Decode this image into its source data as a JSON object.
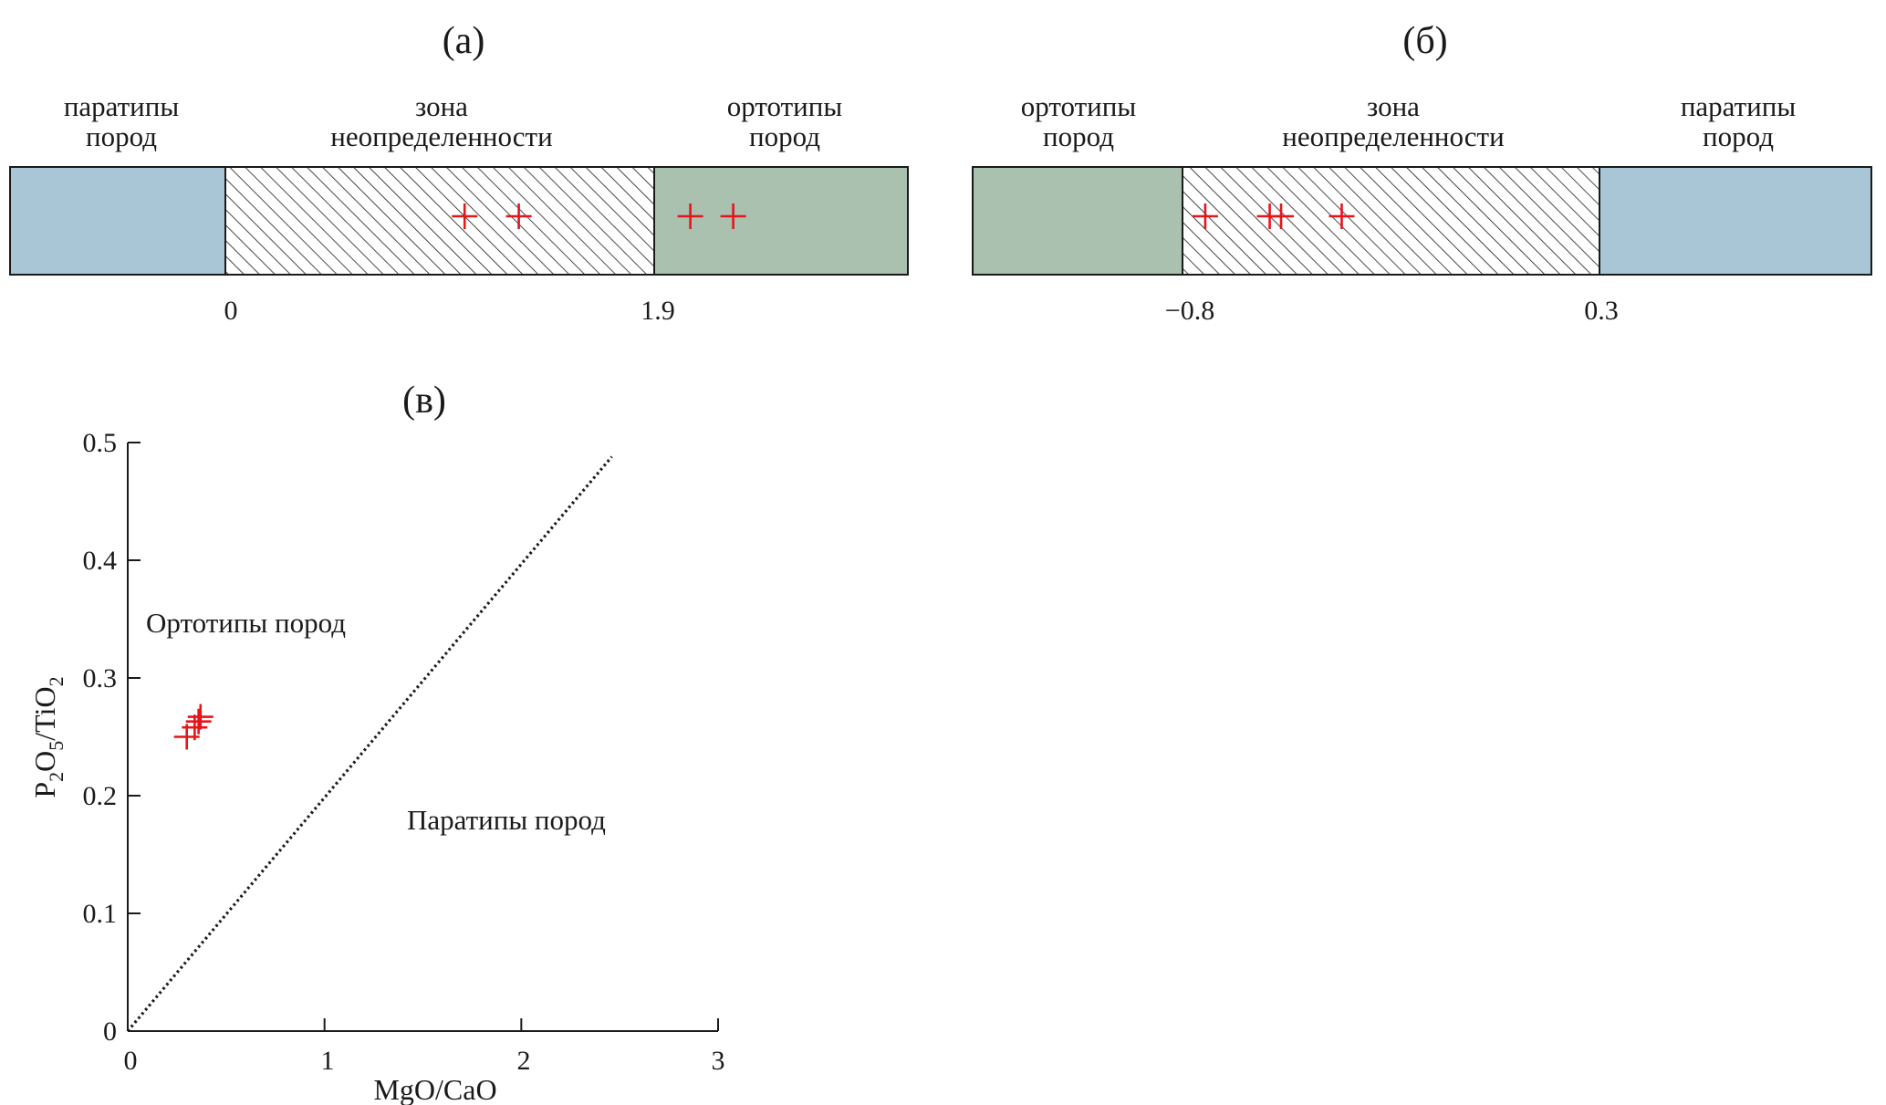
{
  "colors": {
    "paratype": "#a8c6d6",
    "orthotype": "#a9c1ae",
    "marker": "#e8141b",
    "line": "#1a1a1a"
  },
  "chart_data": [
    {
      "type": "strip",
      "panel_label": "(а)",
      "zones": [
        {
          "label_line1": "паратипы",
          "label_line2": "пород",
          "fill": "paratype"
        },
        {
          "label_line1": "зона",
          "label_line2": "неопределенности",
          "fill": "hatch"
        },
        {
          "label_line1": "ортотипы",
          "label_line2": "пород",
          "fill": "orthotype"
        }
      ],
      "boundaries": [
        0,
        1.9
      ],
      "boundary_labels": [
        "0",
        "1.9"
      ],
      "xlim": [
        -0.96,
        3.05
      ],
      "points": [
        1.06,
        1.3,
        2.06,
        2.25
      ]
    },
    {
      "type": "strip",
      "panel_label": "(б)",
      "zones": [
        {
          "label_line1": "ортотипы",
          "label_line2": "пород",
          "fill": "orthotype"
        },
        {
          "label_line1": "зона",
          "label_line2": "неопределенности",
          "fill": "hatch"
        },
        {
          "label_line1": "паратипы",
          "label_line2": "пород",
          "fill": "paratype"
        }
      ],
      "boundaries": [
        -0.8,
        0.3
      ],
      "boundary_labels": [
        "−0.8",
        "0.3"
      ],
      "xlim": [
        -1.35,
        0.98
      ],
      "points": [
        -0.74,
        -0.57,
        -0.54,
        -0.38
      ]
    },
    {
      "type": "scatter",
      "panel_label": "(в)",
      "xlabel": "MgO/CaO",
      "ylabel": {
        "p1": "P",
        "s1": "2",
        "p2": "O",
        "s2": "5",
        "p3": "/TiO",
        "s3": "2"
      },
      "xlim": [
        0,
        3
      ],
      "ylim": [
        0,
        0.5
      ],
      "xticks": [
        0,
        1,
        2,
        3
      ],
      "xtick_labels": [
        "0",
        "1",
        "2",
        "3"
      ],
      "yticks": [
        0,
        0.1,
        0.2,
        0.3,
        0.4,
        0.5
      ],
      "ytick_labels": [
        "0",
        "0.1",
        "0.2",
        "0.3",
        "0.4",
        "0.5"
      ],
      "divider": {
        "x": [
          0,
          2.46
        ],
        "y": [
          0,
          0.488
        ]
      },
      "region_labels": {
        "upper": "Ортотипы пород",
        "lower": "Паратипы пород"
      },
      "points": [
        {
          "x": 0.3,
          "y": 0.25
        },
        {
          "x": 0.34,
          "y": 0.258
        },
        {
          "x": 0.36,
          "y": 0.263
        },
        {
          "x": 0.37,
          "y": 0.267
        }
      ]
    }
  ]
}
